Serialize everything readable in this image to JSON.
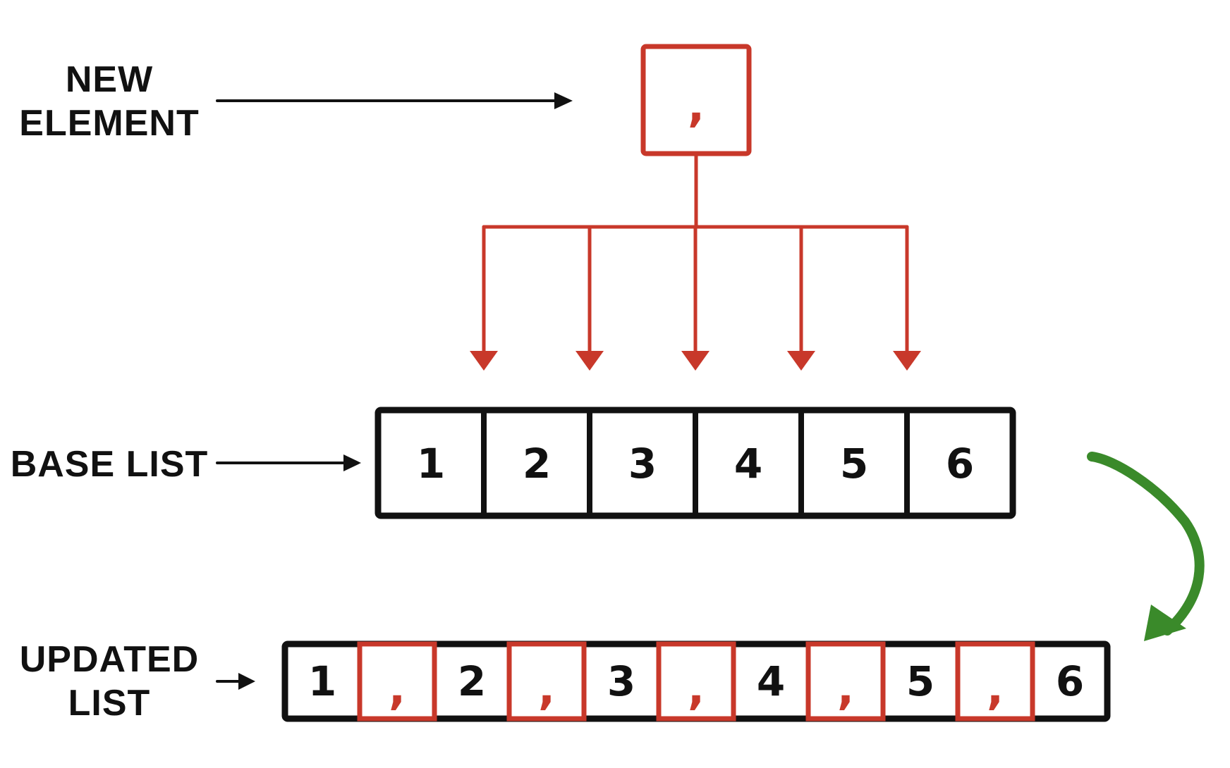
{
  "labels": {
    "new_element_line1": "NEW",
    "new_element_line2": "ELEMENT",
    "base_list": "BASE LIST",
    "updated_list_line1": "UPDATED",
    "updated_list_line2": "LIST"
  },
  "new_element": {
    "value": ","
  },
  "base_list": {
    "items": [
      "1",
      "2",
      "3",
      "4",
      "5",
      "6"
    ]
  },
  "updated_list": {
    "items": [
      "1",
      ",",
      "2",
      ",",
      "3",
      ",",
      "4",
      ",",
      "5",
      ",",
      "6"
    ]
  },
  "colors": {
    "ink": "#111111",
    "accent_red": "#c8382a",
    "accent_green": "#3a8a2a"
  }
}
